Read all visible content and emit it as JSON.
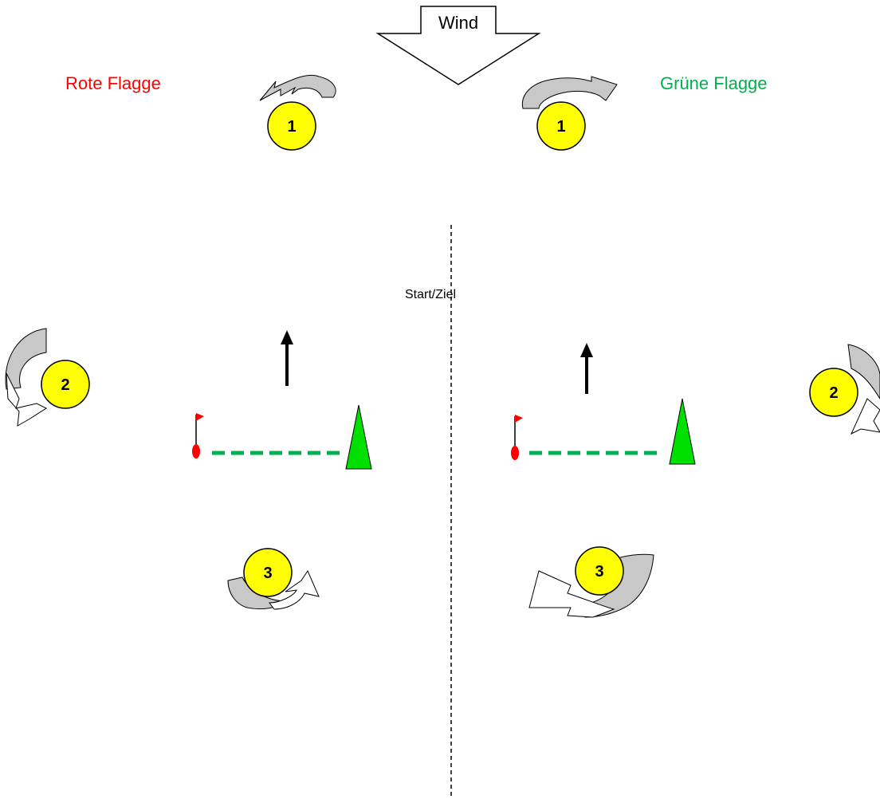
{
  "wind": {
    "label": "Wind"
  },
  "red_flag": {
    "label": "Rote Flagge",
    "color": "#ff0000"
  },
  "green_flag": {
    "label": "Grüne Flagge",
    "color": "#00b050"
  },
  "start_finish": {
    "label": "Start/Ziel"
  },
  "marks": {
    "left": [
      {
        "number": "1"
      },
      {
        "number": "2"
      },
      {
        "number": "3"
      }
    ],
    "right": [
      {
        "number": "1"
      },
      {
        "number": "2"
      },
      {
        "number": "3"
      }
    ]
  },
  "colors": {
    "mark_fill": "#ffff00",
    "buoy_fill": "#00e000",
    "start_line": "#00b050",
    "rounding_arrow_fill": "#c8c8c8",
    "rounding_arrow_outline": "#ffffff"
  }
}
